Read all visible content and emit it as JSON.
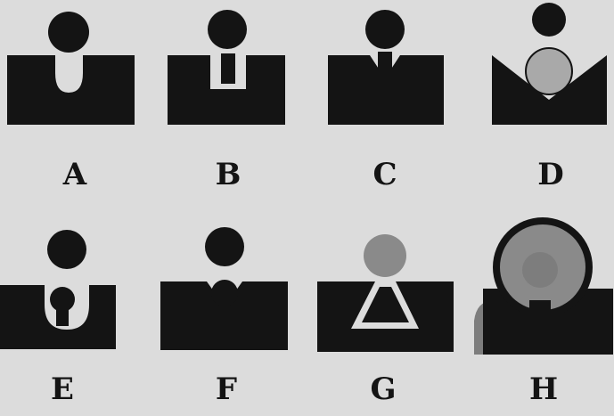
{
  "panels": [
    {
      "label": "A"
    },
    {
      "label": "B"
    },
    {
      "label": "C"
    },
    {
      "label": "D"
    },
    {
      "label": "E"
    },
    {
      "label": "F"
    },
    {
      "label": "G"
    },
    {
      "label": "H"
    }
  ],
  "colors": {
    "background": "#dcdcdc",
    "solid": "#141414",
    "gap": "#d9d9d9",
    "gray_ball": "#8a8a8a",
    "gray_ring": "#a9a9a9",
    "gray_block": "#7d7d7d"
  }
}
